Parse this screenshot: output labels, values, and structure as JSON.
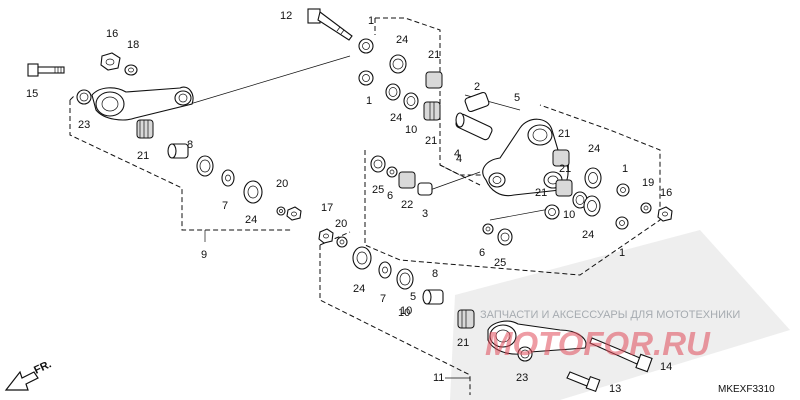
{
  "diagram": {
    "part_code": "MKEXF3310",
    "direction_label": "FR.",
    "callouts": [
      "12",
      "1",
      "24",
      "21",
      "16",
      "18",
      "15",
      "2",
      "5",
      "23",
      "1",
      "24",
      "10",
      "21",
      "4",
      "8",
      "21",
      "21",
      "24",
      "1",
      "19",
      "16",
      "25",
      "6",
      "22",
      "3",
      "10",
      "7",
      "20",
      "24",
      "21",
      "9",
      "17",
      "20",
      "25",
      "6",
      "5",
      "10",
      "24",
      "1",
      "8",
      "7",
      "10",
      "24",
      "21",
      "23",
      "11",
      "14",
      "13",
      "21",
      "4"
    ]
  },
  "watermark": {
    "caption": "ЗАПЧАСТИ И АКСЕССУАРЫ ДЛЯ МОТОТЕХНИКИ",
    "logo": "MOTOFOR.RU"
  }
}
